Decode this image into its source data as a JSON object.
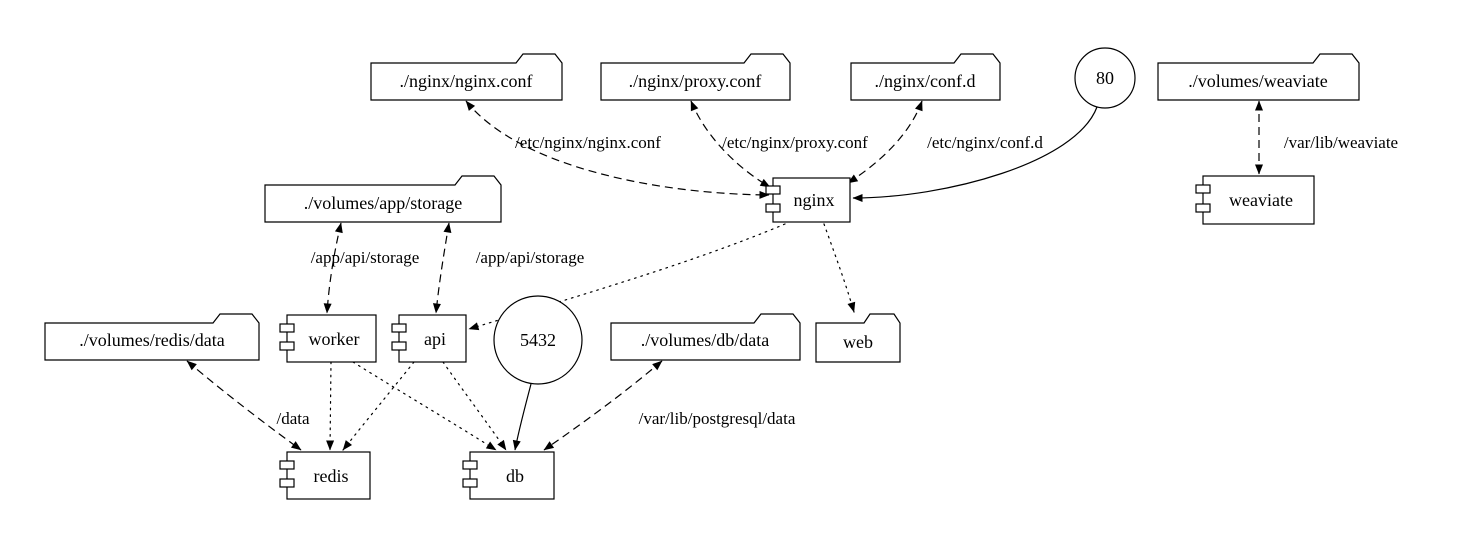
{
  "diagram": {
    "background_color": "#ffffff",
    "line_color": "#000000",
    "nodes": {
      "nginx_conf": {
        "label": "./nginx/nginx.conf",
        "type": "folder"
      },
      "proxy_conf": {
        "label": "./nginx/proxy.conf",
        "type": "folder"
      },
      "conf_d": {
        "label": "./nginx/conf.d",
        "type": "folder"
      },
      "port_80": {
        "label": "80",
        "type": "port"
      },
      "volumes_weaviate": {
        "label": "./volumes/weaviate",
        "type": "folder"
      },
      "volumes_app_storage": {
        "label": "./volumes/app/storage",
        "type": "folder"
      },
      "nginx": {
        "label": "nginx",
        "type": "component"
      },
      "weaviate": {
        "label": "weaviate",
        "type": "component"
      },
      "volumes_redis_data": {
        "label": "./volumes/redis/data",
        "type": "folder"
      },
      "worker": {
        "label": "worker",
        "type": "component"
      },
      "api": {
        "label": "api",
        "type": "component"
      },
      "port_5432": {
        "label": "5432",
        "type": "port"
      },
      "volumes_db_data": {
        "label": "./volumes/db/data",
        "type": "folder"
      },
      "web": {
        "label": "web",
        "type": "folder"
      },
      "redis": {
        "label": "redis",
        "type": "component"
      },
      "db": {
        "label": "db",
        "type": "component"
      }
    },
    "edge_labels": {
      "mount_nginx_conf": "/etc/nginx/nginx.conf",
      "mount_proxy_conf": "/etc/nginx/proxy.conf",
      "mount_conf_d": "/etc/nginx/conf.d",
      "mount_weaviate": "/var/lib/weaviate",
      "mount_storage_worker": "/app/api/storage",
      "mount_storage_api": "/app/api/storage",
      "mount_redis": "/data",
      "mount_db": "/var/lib/postgresql/data"
    }
  }
}
